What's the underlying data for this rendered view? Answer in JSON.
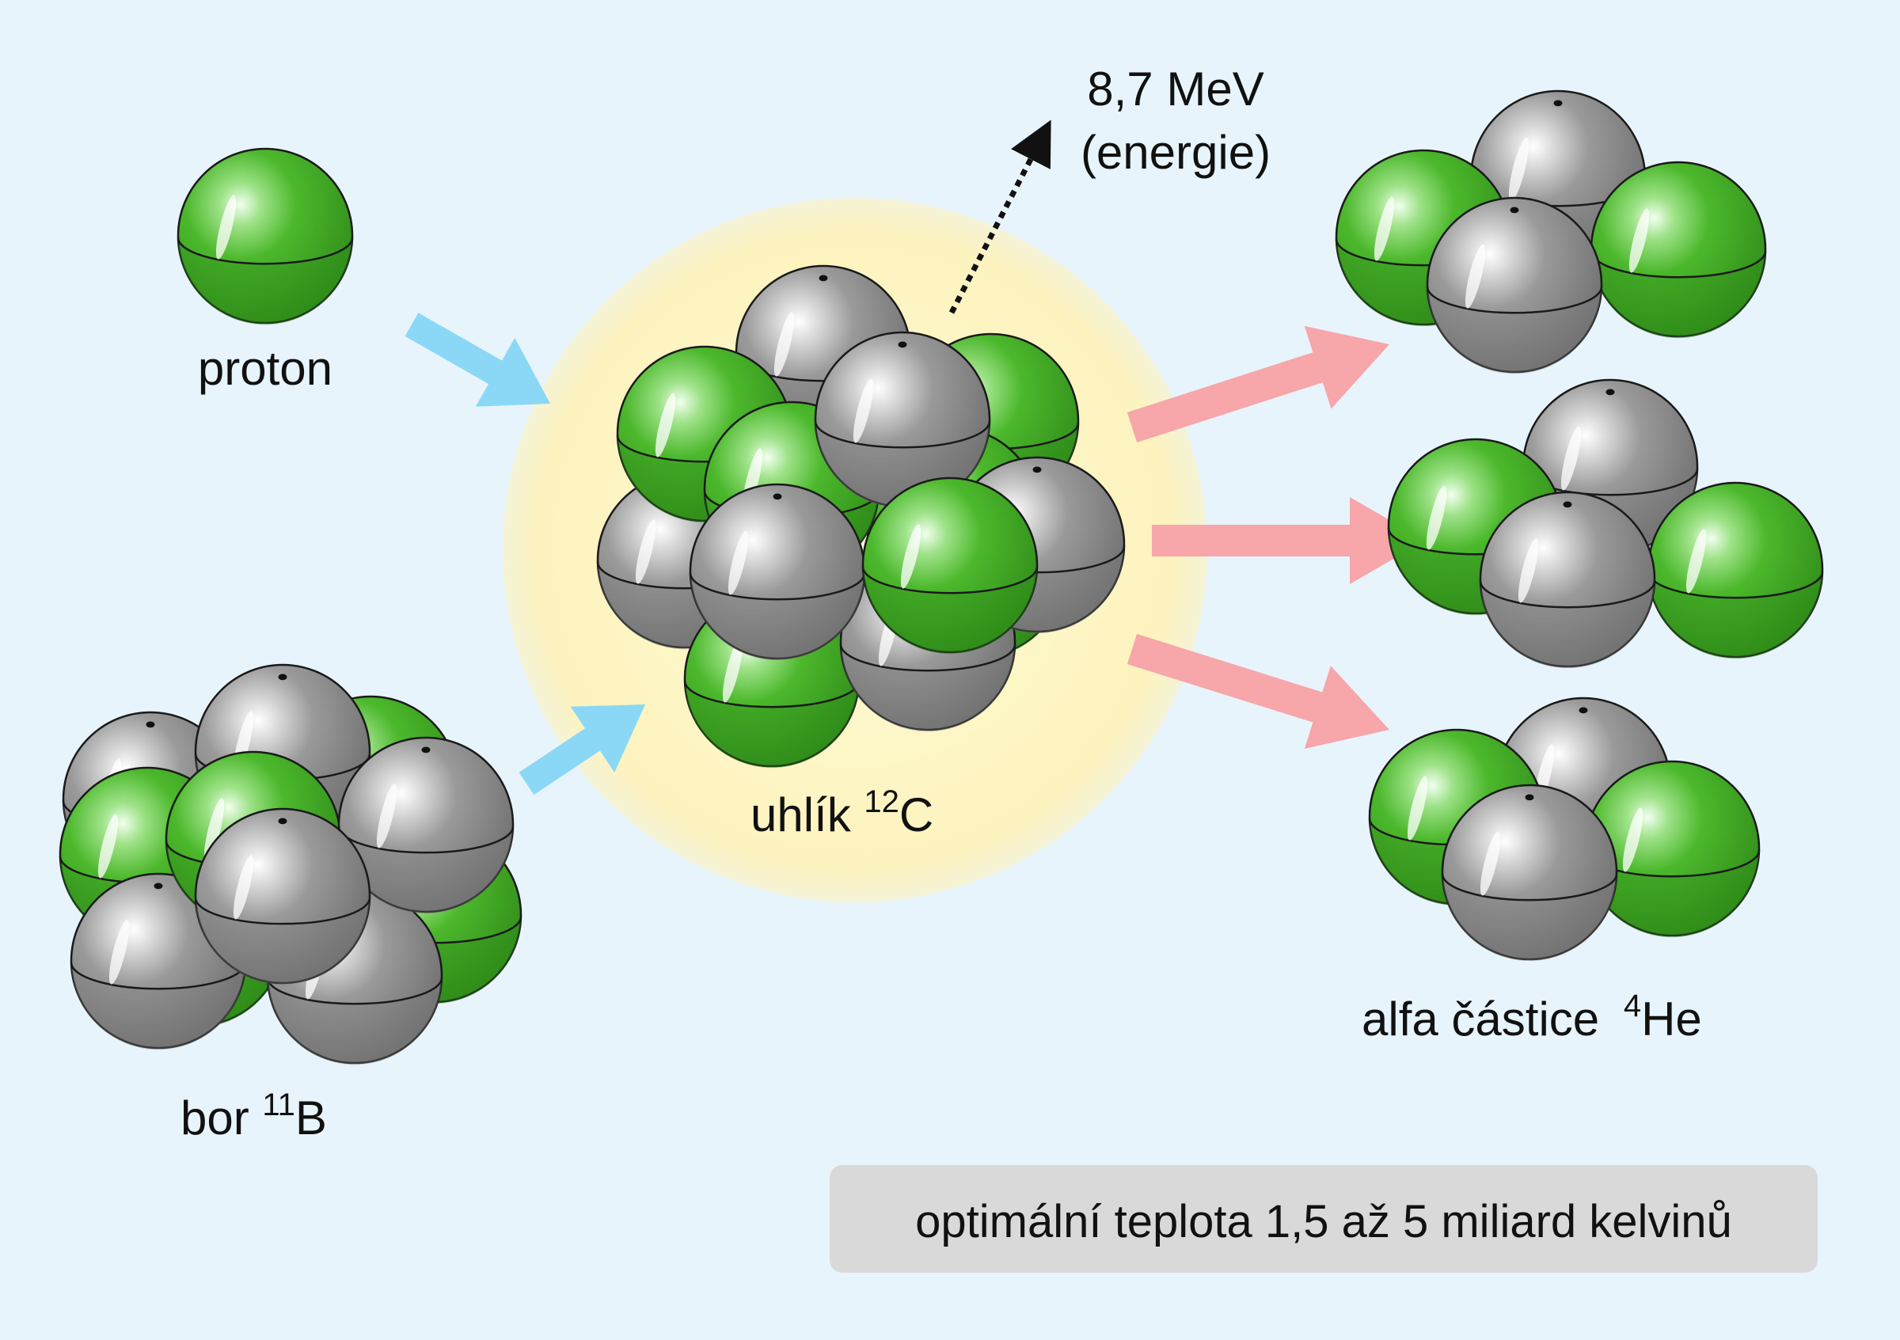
{
  "labels": {
    "proton": "proton",
    "boron_name": "bor ",
    "boron_mass": "11",
    "boron_symbol": "B",
    "carbon_name": "uhlík ",
    "carbon_mass": "12",
    "carbon_symbol": "C",
    "energy_value": "8,7 MeV",
    "energy_desc": "(energie)",
    "alpha_name": "alfa částice ",
    "alpha_mass": "4",
    "alpha_symbol": "He",
    "temperature_note": "optimální teplota 1,5 až 5 miliard kelvinů"
  },
  "colors": {
    "background": "#e8f4fc",
    "proton_green": "#46b528",
    "neutron_gray": "#999999",
    "input_arrow": "#8ad8f6",
    "output_arrow": "#f7a6aa",
    "glow": "#fdf6c4",
    "note_box": "#d9d9d9"
  },
  "legend": {
    "proton_color": "green",
    "neutron_color": "gray"
  }
}
